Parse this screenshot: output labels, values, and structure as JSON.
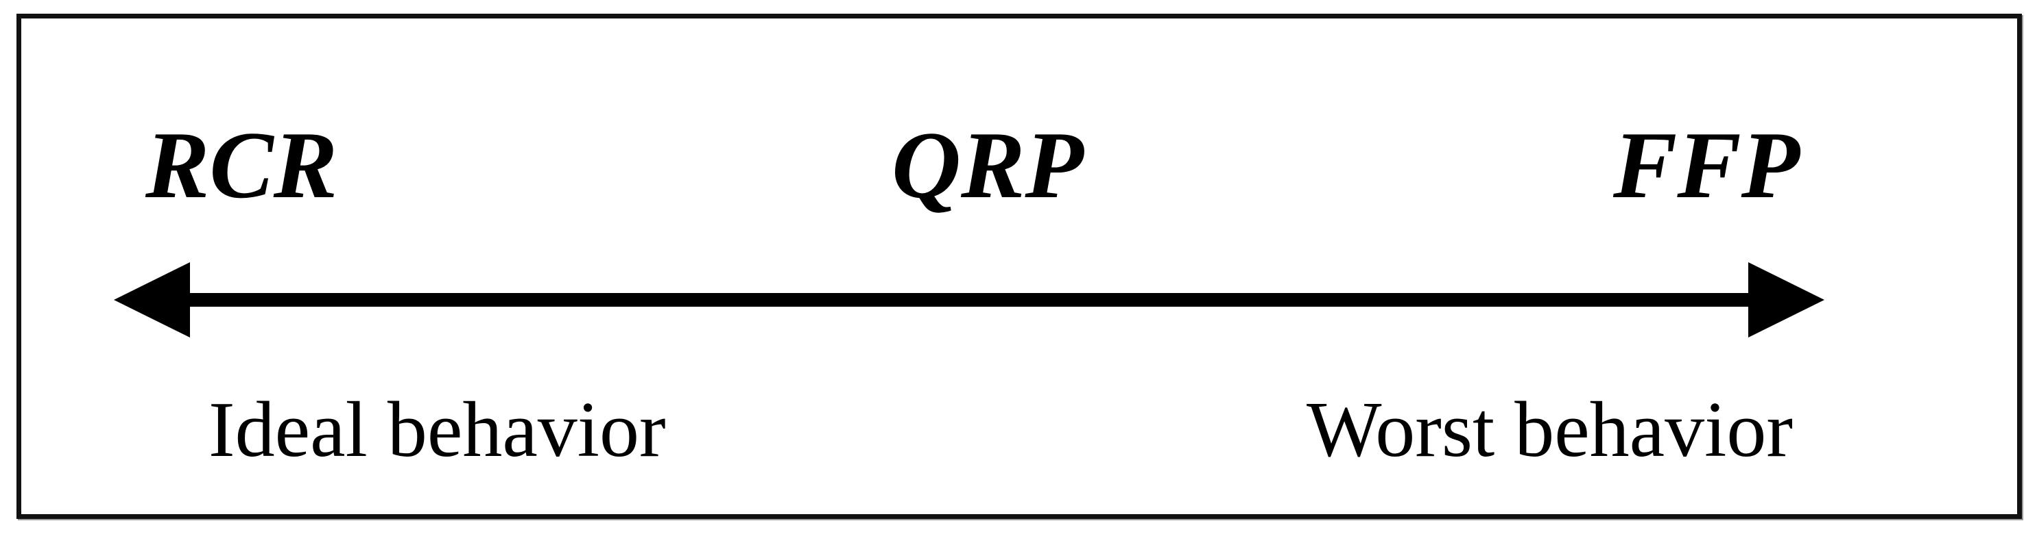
{
  "diagram": {
    "type": "bidirectional-spectrum",
    "terms": {
      "left": "RCR",
      "middle": "QRP",
      "right": "FFP"
    },
    "descriptions": {
      "left": "Ideal behavior",
      "right": "Worst behavior"
    },
    "colors": {
      "arrow": "#000000",
      "text": "#000000",
      "border": "#111111",
      "background": "#ffffff"
    }
  }
}
